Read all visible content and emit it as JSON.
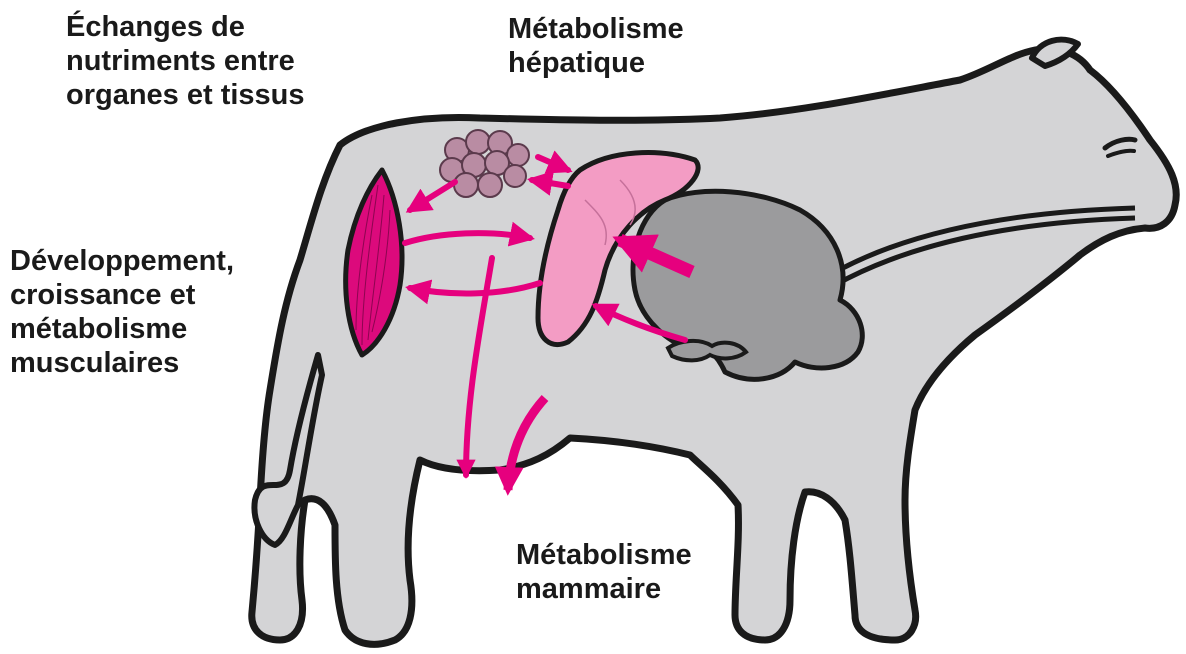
{
  "labels": {
    "exchange": [
      "Échanges de",
      "nutriments entre",
      "organes et tissus"
    ],
    "liver": [
      "Métabolisme",
      "hépatique"
    ],
    "muscle": [
      "Développement,",
      "croissance et",
      "métabolisme",
      "musculaires"
    ],
    "mammary": [
      "Métabolisme",
      "mammaire"
    ]
  },
  "colors": {
    "cow_fill": "#d4d4d6",
    "outline": "#1a1a1a",
    "arrow": "#e6007e",
    "muscle": "#dc0a7c",
    "liver": "#f39cc4",
    "rumen": "#9b9b9d",
    "adipose": "#b98ca3"
  },
  "icons": {
    "adipose": "adipose-cluster-icon",
    "muscle": "muscle-icon",
    "liver": "liver-icon",
    "rumen": "rumen-icon"
  }
}
